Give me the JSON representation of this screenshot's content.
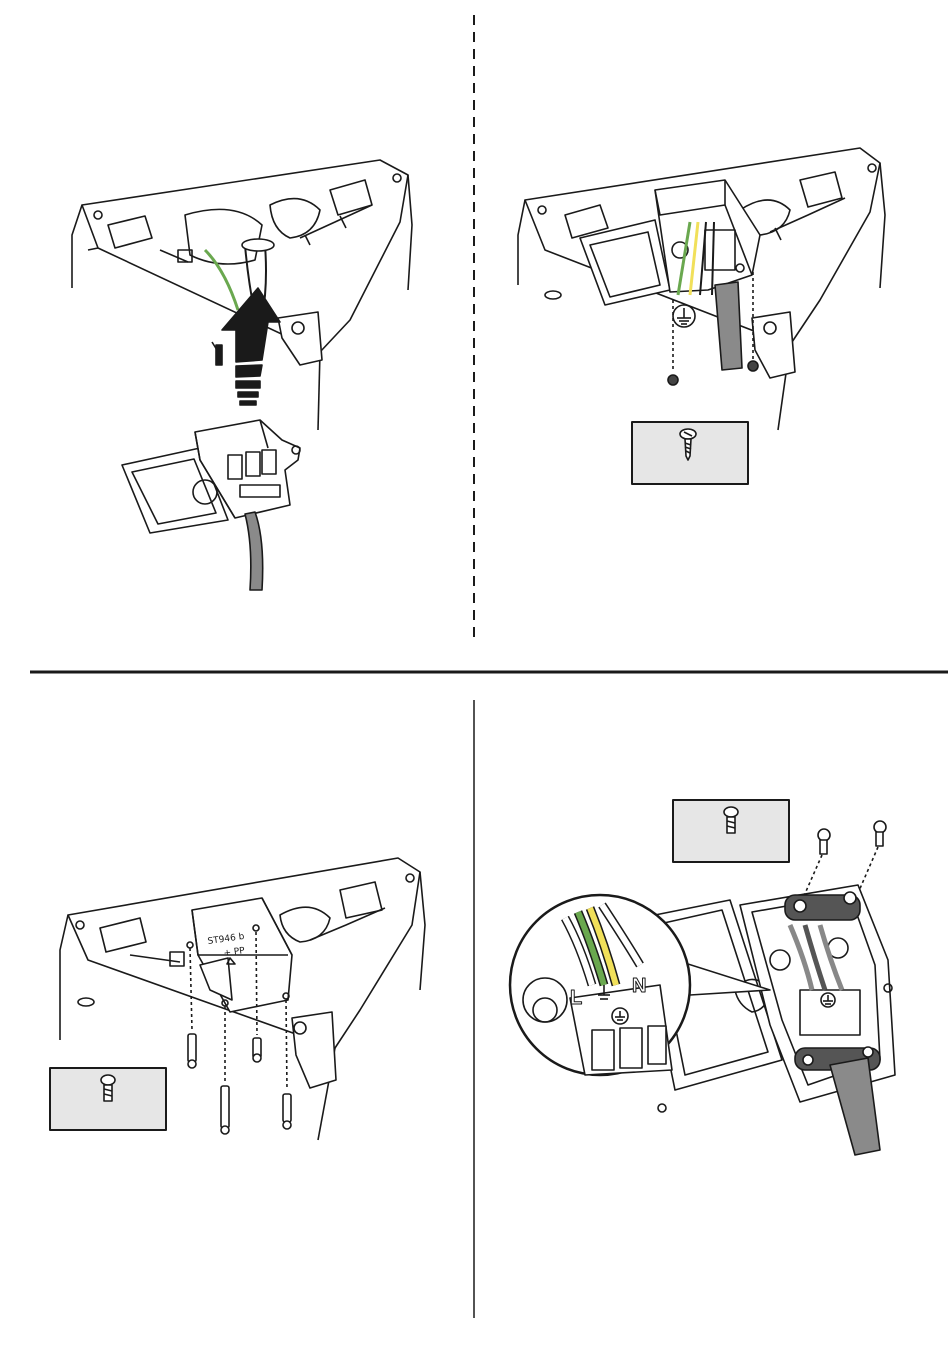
{
  "panels": [
    {
      "id": "top-left",
      "step": "lift junction box onto bracket"
    },
    {
      "id": "top-right",
      "step": "fix earth screw"
    },
    {
      "id": "bottom-left",
      "step": "screw cover to bracket"
    },
    {
      "id": "bottom-right",
      "step": "connect wires to terminal block"
    }
  ],
  "terminal_labels": {
    "live": "L",
    "neutral": "N"
  },
  "cover_stamp": {
    "line1": "ST946 b",
    "line2": "+ PP"
  },
  "icons": [
    "arrow-up-icon",
    "earth-symbol-icon",
    "pan-head-screw-icon",
    "machine-screw-icon"
  ],
  "colors": {
    "line": "#1a1a1a",
    "cable": "#8a8a8a",
    "earth_green": "#6aa84f",
    "earth_yellow": "#f1e05a",
    "screw_box": "#e6e6e6"
  }
}
